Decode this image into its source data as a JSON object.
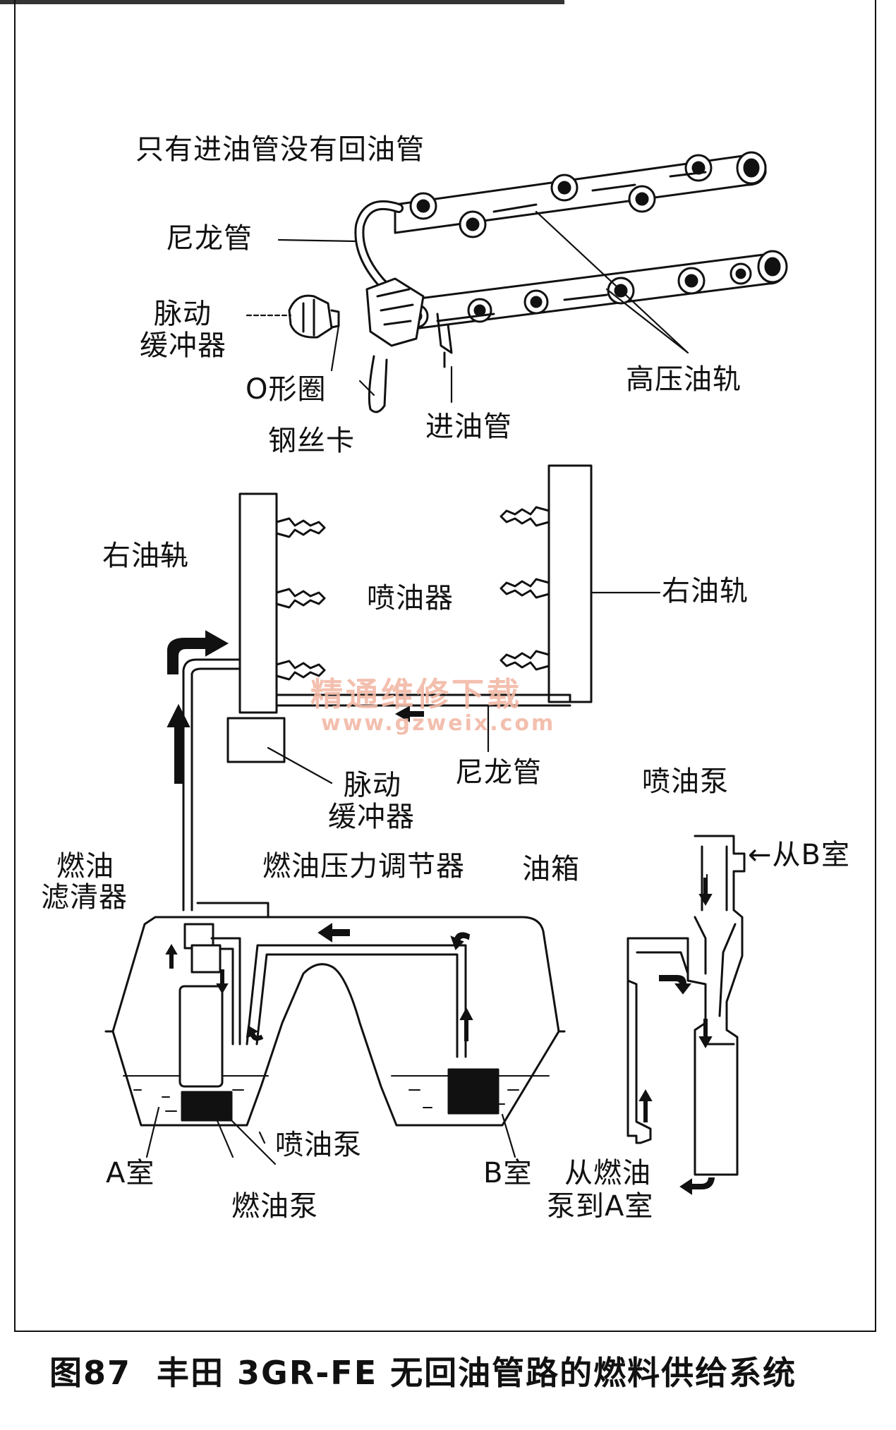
{
  "labels": {
    "only_inlet": "只有进油管没有回油管",
    "nylon_tube_top": "尼龙管",
    "pulsation_damper_top_1": "脉动",
    "pulsation_damper_top_2": "缓冲器",
    "o_ring": "O形圈",
    "wire_clip": "钢丝卡",
    "inlet_pipe": "进油管",
    "high_pressure_rail": "高压油轨",
    "right_rail_left": "右油轨",
    "injector": "喷油器",
    "right_rail_right": "右油轨",
    "nylon_tube_mid": "尼龙管",
    "pulsation_damper_mid_1": "脉动",
    "pulsation_damper_mid_2": "缓冲器",
    "jet_pump_top": "喷油泵",
    "from_b_chamber": "←从B室",
    "fuel_filter_1": "燃油",
    "fuel_filter_2": "滤清器",
    "pressure_regulator": "燃油压力调节器",
    "fuel_tank": "油箱",
    "jet_pump_bottom": "喷油泵",
    "a_chamber": "A室",
    "fuel_pump": "燃油泵",
    "b_chamber": "B室",
    "from_pump_1": "从燃油",
    "from_pump_2": "泵到A室"
  },
  "watermark": {
    "line1": "精通维修下载",
    "line2": "www.gzweix.com"
  },
  "caption": {
    "number": "图87",
    "text": "丰田 3GR-FE 无回油管路的燃料供给系统"
  }
}
